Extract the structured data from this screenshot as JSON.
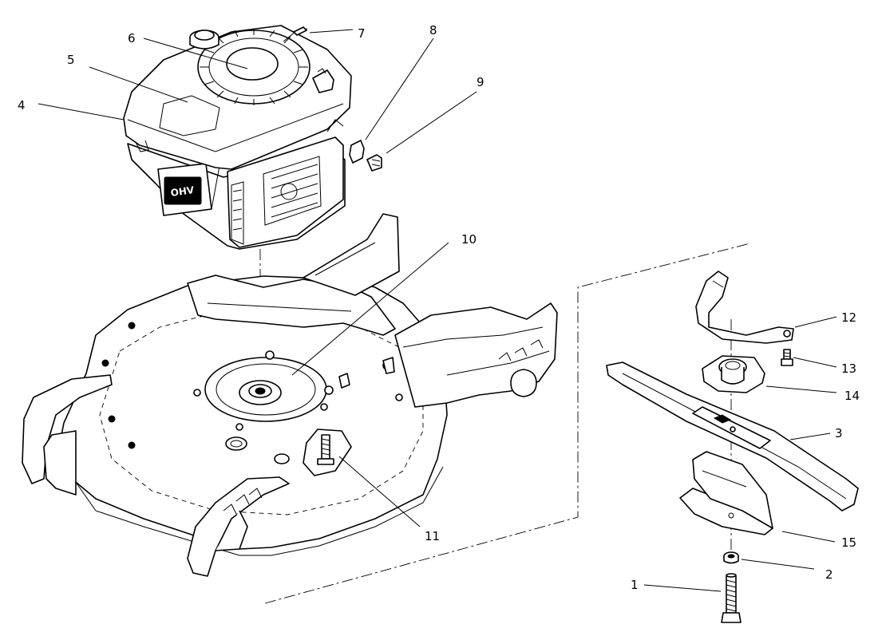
{
  "callouts": [
    {
      "id": "1",
      "text": "1"
    },
    {
      "id": "2",
      "text": "2"
    },
    {
      "id": "3",
      "text": "3"
    },
    {
      "id": "4",
      "text": "4"
    },
    {
      "id": "5",
      "text": "5"
    },
    {
      "id": "6",
      "text": "6"
    },
    {
      "id": "7",
      "text": "7"
    },
    {
      "id": "8",
      "text": "8"
    },
    {
      "id": "9",
      "text": "9"
    },
    {
      "id": "10",
      "text": "10"
    },
    {
      "id": "11",
      "text": "11"
    },
    {
      "id": "12",
      "text": "12"
    },
    {
      "id": "13",
      "text": "13"
    },
    {
      "id": "14",
      "text": "14"
    },
    {
      "id": "15",
      "text": "15"
    }
  ],
  "engine_badge": "OHV"
}
